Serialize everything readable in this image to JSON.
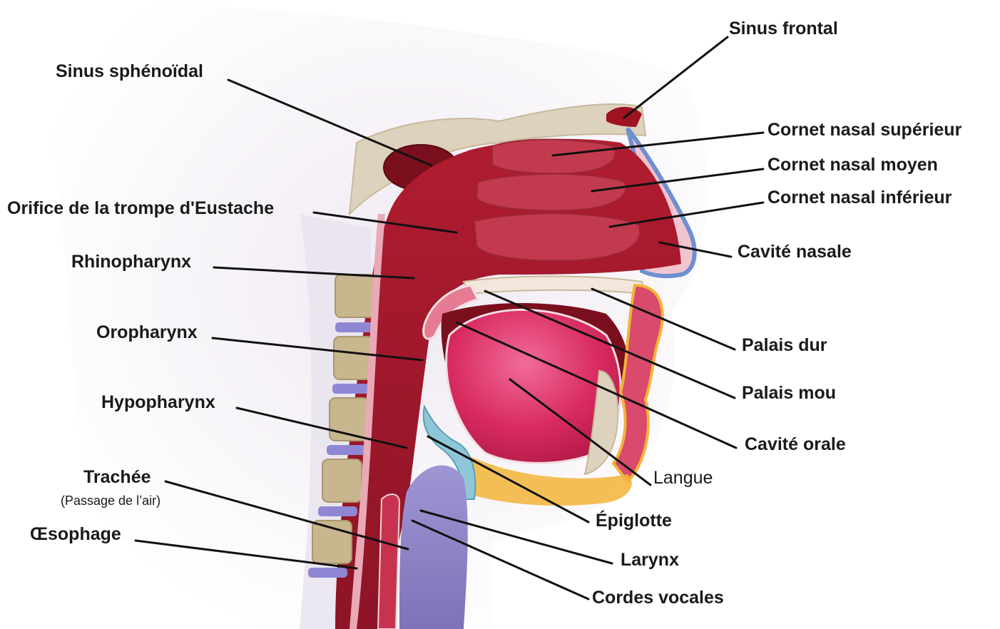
{
  "labels": {
    "sinus_sphenoidal": "Sinus sphénoïdal",
    "sinus_frontal": "Sinus frontal",
    "cornet_superieur": "Cornet nasal supérieur",
    "cornet_moyen": "Cornet nasal moyen",
    "cornet_inferieur": "Cornet nasal inférieur",
    "orifice_eustache": "Orifice de la trompe d'Eustache",
    "cavite_nasale": "Cavité nasale",
    "rhinopharynx": "Rhinopharynx",
    "oropharynx": "Oropharynx",
    "palais_dur": "Palais dur",
    "palais_mou": "Palais mou",
    "hypopharynx": "Hypopharynx",
    "cavite_orale": "Cavité orale",
    "langue": "Langue",
    "trachee": "Trachée",
    "trachee_sub": "(Passage de l’air)",
    "oesophage": "Œsophage",
    "epiglotte": "Épiglotte",
    "larynx": "Larynx",
    "cordes_vocales": "Cordes vocales"
  },
  "colors": {
    "background": "#ffffff",
    "skin": "#f3eef6",
    "tissue_red": "#a3182b",
    "tissue_dark": "#7a0f1e",
    "turbinate": "#c23a4e",
    "tongue": "#e0356a",
    "bone": "#ddd2bd",
    "vertebra": "#c8b68f",
    "disc": "#8f87d4",
    "fat": "#f2b437",
    "airway": "#8c82c4",
    "leader": "#111111"
  }
}
